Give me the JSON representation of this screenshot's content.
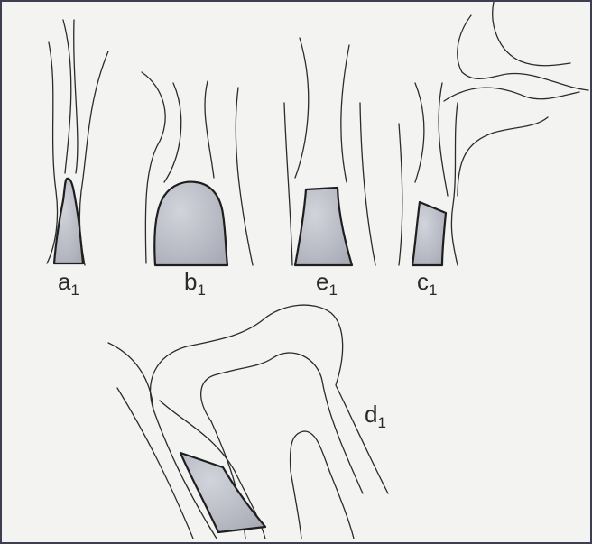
{
  "figure": {
    "labels": [
      {
        "id": "a",
        "letter": "a",
        "sub": "1"
      },
      {
        "id": "b",
        "letter": "b",
        "sub": "1"
      },
      {
        "id": "e",
        "letter": "e",
        "sub": "1"
      },
      {
        "id": "c",
        "letter": "c",
        "sub": "1"
      },
      {
        "id": "d",
        "letter": "d",
        "sub": "1"
      }
    ],
    "colors": {
      "frame": "#3b3f4f",
      "background": "#f3f3f1",
      "shaded_region": "#b9bcc6",
      "line": "#2b2b2b"
    }
  }
}
